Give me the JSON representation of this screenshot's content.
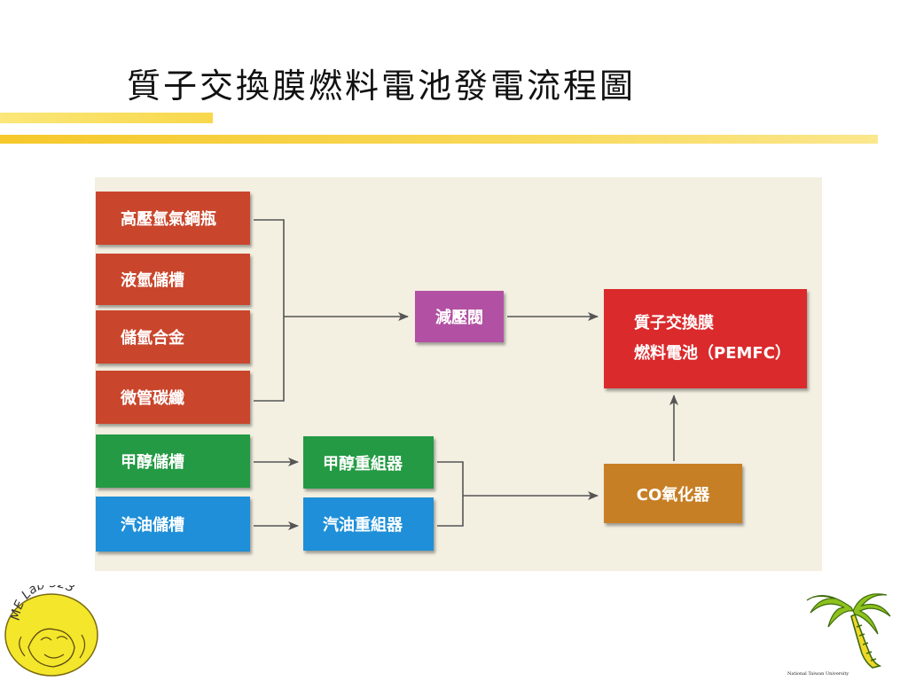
{
  "slide": {
    "title": "質子交換膜燃料電池發電流程圖"
  },
  "diagram": {
    "storage_hydrogen": [
      {
        "label": "高壓氫氣鋼瓶"
      },
      {
        "label": "液氫儲槽"
      },
      {
        "label": "儲氫合金"
      },
      {
        "label": "微管碳纖"
      }
    ],
    "methanol_tank": "甲醇儲槽",
    "gasoline_tank": "汽油儲槽",
    "methanol_reformer": "甲醇重組器",
    "gasoline_reformer": "汽油重組器",
    "pressure_valve": "減壓閥",
    "co_oxidizer": "CO氧化器",
    "pemfc_line1": "質子交換膜",
    "pemfc_line2": "燃料電池（PEMFC）",
    "colors": {
      "hydrogen_storage": "#c9462c",
      "methanol": "#239a43",
      "gasoline": "#1e8fd8",
      "valve": "#b251a3",
      "pemfc": "#db2a2c",
      "co_oxidizer": "#c77f25"
    }
  },
  "logos": {
    "left_logo_text": "ME Lab 523",
    "right_logo_text": "National Taiwan University"
  }
}
